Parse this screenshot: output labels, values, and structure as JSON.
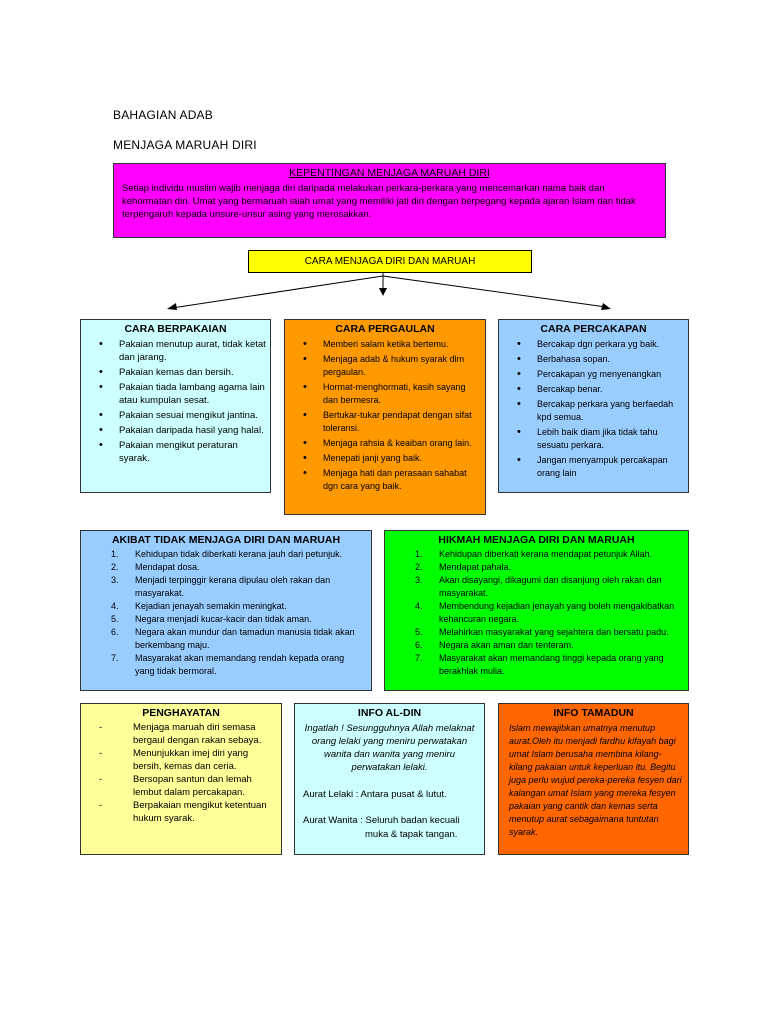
{
  "section_title": "BAHAGIAN ADAB",
  "subsection_title": "MENJAGA MARUAH DIRI",
  "kepentingan": {
    "title": "KEPENTINGAN MENJAGA MARUAH DIRI",
    "text": "Setiap individu muslim wajib menjaga diri daripada melakukan perkara-perkara yang mencemarkan nama baik dan kehormatan diri. Umat yang bermaruah ialah umat yang memiliki jati diri dengan berpegang kepada ajaran Islam dan tidak terpengaruh kepada unsure-unsur asing yang merosakkan.",
    "bg": "#ff00ff"
  },
  "cara_box": {
    "title": "CARA MENJAGA DIRI DAN MARUAH",
    "bg": "#ffff00"
  },
  "berpakaian": {
    "title": "CARA BERPAKAIAN",
    "items": [
      "Pakaian menutup aurat, tidak ketat dan jarang.",
      "Pakaian kemas dan bersih.",
      "Pakaian tiada lambang agama lain atau kumpulan sesat.",
      "Pakaian sesuai mengikut jantina.",
      "Pakaian daripada hasil yang halal.",
      "Pakaian mengikut peraturan syarak."
    ],
    "bg": "#ccffff"
  },
  "pergaulan": {
    "title": "CARA PERGAULAN",
    "items": [
      "Memberi salam ketika bertemu.",
      "Menjaga adab & hukum syarak dlm pergaulan.",
      "Hormat-menghormati, kasih sayang dan bermesra.",
      "Bertukar-tukar pendapat dengan sifat toleransi.",
      "Menjaga rahsia & keaiban orang lain.",
      "Menepati janji yang baik.",
      "Menjaga hati dan perasaan sahabat dgn cara yang baik."
    ],
    "bg": "#ff9900"
  },
  "percakapan": {
    "title": "CARA PERCAKAPAN",
    "items": [
      "Bercakap dgn perkara yg baik.",
      "Berbahasa sopan.",
      "Percakapan yg menyenangkan",
      "Bercakap benar.",
      "Bercakap perkara yang berfaedah kpd semua.",
      "Lebih baik diam jika tidak tahu sesuatu perkara.",
      "Jangan menyampuk percakapan orang lain"
    ],
    "bg": "#99ccff"
  },
  "akibat": {
    "title": "AKIBAT TIDAK MENJAGA DIRI DAN MARUAH",
    "items": [
      "Kehidupan tidak diberkati kerana jauh dari petunjuk.",
      "Mendapat dosa.",
      "Menjadi terpinggir kerana dipulau oleh rakan dan masyarakat.",
      "Kejadian jenayah semakin meningkat.",
      "Negara menjadi kucar-kacir dan tidak aman.",
      "Negara akan mundur dan tamadun manusia tidak akan berkembang maju.",
      "Masyarakat akan memandang rendah kepada orang yang tidak bermoral."
    ],
    "bg": "#99ccff"
  },
  "hikmah": {
    "title": "HIKMAH MENJAGA DIRI DAN MARUAH",
    "items": [
      "Kehidupan diberkati kerana mendapat petunjuk Allah.",
      "Mendapat pahala.",
      "Akan disayangi, dikagumi dan disanjung oleh rakan dan masyarakat.",
      "Membendung kejadian jenayah yang boleh mengakibatkan kehancuran negara.",
      "Melahirkan masyarakat yang sejahtera dan bersatu padu.",
      "Negara akan aman dan tenteram.",
      "Masyarakat akan memandang tinggi kepada orang yang berakhlak mulia."
    ],
    "bg": "#00ff00"
  },
  "penghayatan": {
    "title": "PENGHAYATAN",
    "items": [
      "Menjaga maruah diri semasa bergaul dengan rakan sebaya.",
      "Menunjukkan imej diri yang bersih, kemas dan ceria.",
      "Bersopan santun dan lemah lembut dalam percakapan.",
      "Berpakaian mengikut ketentuan hukum syarak."
    ],
    "bg": "#ffff99"
  },
  "info_aldin": {
    "title": "INFO AL-DIN",
    "quote": "Ingatlah ! Sesungguhnya Allah melaknat orang lelaki yang meniru perwatakan wanita dan wanita yang meniru perwatakan lelaki.",
    "aurat_lelaki": "Aurat Lelaki : Antara pusat & lutut.",
    "aurat_wanita_1": "Aurat Wanita : Seluruh badan kecuali",
    "aurat_wanita_2": "muka &  tapak tangan.",
    "bg": "#ccffff"
  },
  "info_tamadun": {
    "title": "INFO TAMADUN",
    "text": "Islam mewajibkan umatnya menutup aurat.Oleh itu menjadi fardhu kifayah bagi umat Islam berusaha membina kilang-kilang pakaian untuk keperluan itu. Begitu juga perlu wujud pereka-pereka fesyen dari kalangan umat Islam yang mereka fesyen pakaian yang cantik dan kemas serta menutup aurat sebagaimana tuntutan syarak.",
    "bg": "#ff6600"
  }
}
